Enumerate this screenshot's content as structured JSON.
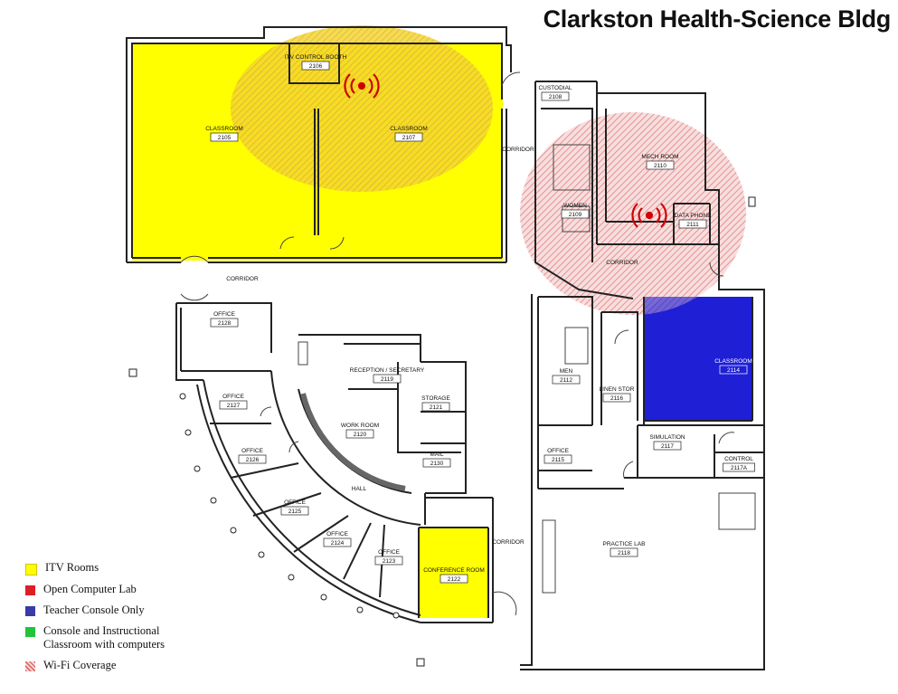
{
  "map": {
    "title": "Clarkston Health-Science Bldg",
    "colors": {
      "itv": "#ffff00",
      "open_lab": "#dd1f26",
      "teacher_console": "#1f1fd6",
      "console_instructional": "#22c43a",
      "wifi": "#e26a6a"
    },
    "rooms": {
      "r2106": {
        "name": "ITV CONTROL BOOTH",
        "number": "2106"
      },
      "r2105": {
        "name": "CLASSROOM",
        "number": "2105"
      },
      "r2107": {
        "name": "CLASSROOM",
        "number": "2107"
      },
      "r2108": {
        "name": "CUSTODIAL",
        "number": "2108"
      },
      "r2109": {
        "name": "WOMEN",
        "number": "2109"
      },
      "r2110": {
        "name": "MECH ROOM",
        "number": "2110"
      },
      "r2111": {
        "name": "DATA PHONE",
        "number": "2111"
      },
      "r2128": {
        "name": "OFFICE",
        "number": "2128"
      },
      "r2119": {
        "name": "RECEPTION / SECRETARY",
        "number": "2119"
      },
      "r2121": {
        "name": "STORAGE",
        "number": "2121"
      },
      "r2120": {
        "name": "WORK ROOM",
        "number": "2120"
      },
      "r2130": {
        "name": "MAIL",
        "number": "2130"
      },
      "r2127": {
        "name": "OFFICE",
        "number": "2127"
      },
      "r2126": {
        "name": "OFFICE",
        "number": "2126"
      },
      "r2125": {
        "name": "OFFICE",
        "number": "2125"
      },
      "r2124": {
        "name": "OFFICE",
        "number": "2124"
      },
      "r2123": {
        "name": "OFFICE",
        "number": "2123"
      },
      "r2122": {
        "name": "CONFERENCE ROOM",
        "number": "2122"
      },
      "r2112": {
        "name": "MEN",
        "number": "2112"
      },
      "r2116": {
        "name": "LINEN STOR",
        "number": "2116"
      },
      "r2114": {
        "name": "CLASSROOM",
        "number": "2114"
      },
      "r2115": {
        "name": "OFFICE",
        "number": "2115"
      },
      "r2117": {
        "name": "SIMULATION",
        "number": "2117"
      },
      "r2117a": {
        "name": "CONTROL",
        "number": "2117A"
      },
      "r2118": {
        "name": "PRACTICE LAB",
        "number": "2118"
      }
    },
    "corridors": {
      "c_top": "CORRIDOR",
      "c_mid": "CORRIDOR",
      "c_left": "CORRIDOR",
      "c_bottom": "CORRIDOR",
      "hall": "HALL"
    },
    "legend": [
      {
        "label": "ITV Rooms",
        "color": "#ffff00",
        "pattern": "solid"
      },
      {
        "label": "Open Computer Lab",
        "color": "#dd1f26",
        "pattern": "solid"
      },
      {
        "label": "Teacher Console Only",
        "color": "#3a3aa8",
        "pattern": "solid"
      },
      {
        "label": "Console and Instructional Classroom with computers",
        "color": "#22c43a",
        "pattern": "solid"
      },
      {
        "label": "Wi-Fi Coverage",
        "color": "#e26a6a",
        "pattern": "hatch"
      }
    ]
  }
}
